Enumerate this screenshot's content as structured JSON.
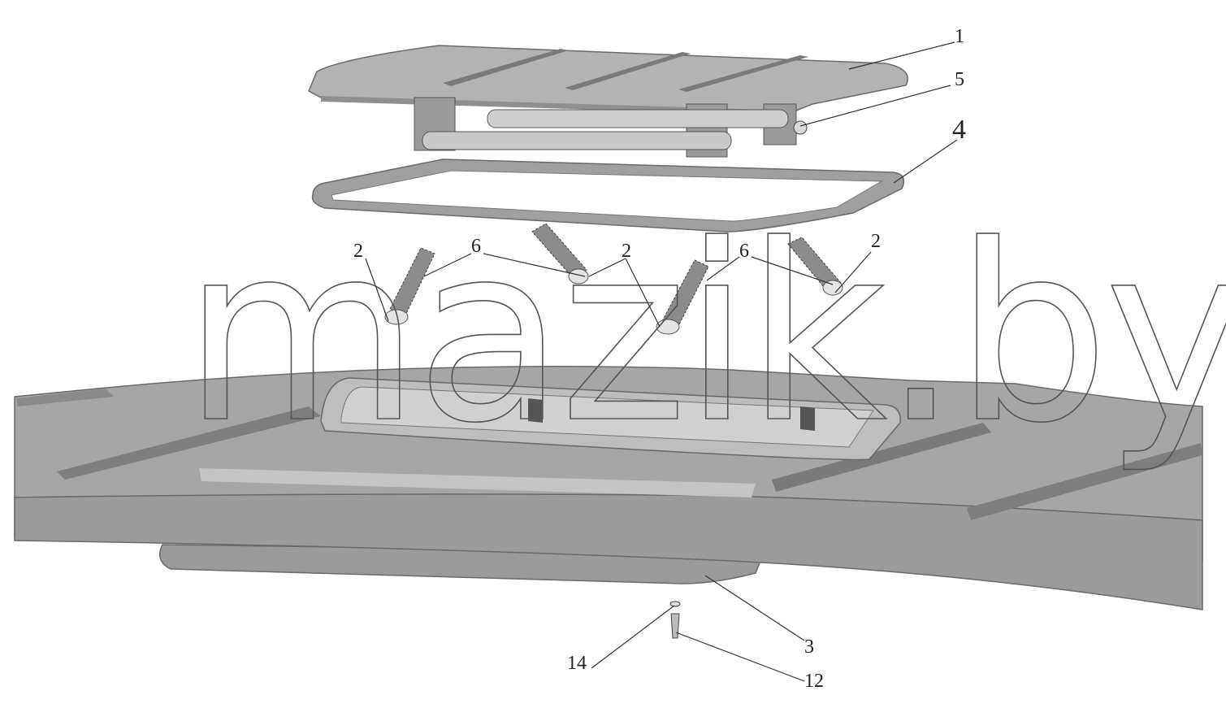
{
  "diagram": {
    "watermark": "mazik.by",
    "callouts": [
      {
        "id": "c1",
        "label": "1"
      },
      {
        "id": "c5",
        "label": "5"
      },
      {
        "id": "c4",
        "label": "4"
      },
      {
        "id": "c2a",
        "label": "2"
      },
      {
        "id": "c6a",
        "label": "6"
      },
      {
        "id": "c2b",
        "label": "2"
      },
      {
        "id": "c6b",
        "label": "6"
      },
      {
        "id": "c2c",
        "label": "2"
      },
      {
        "id": "c3",
        "label": "3"
      },
      {
        "id": "c14",
        "label": "14"
      },
      {
        "id": "c12",
        "label": "12"
      }
    ]
  },
  "colors": {
    "roof": "#a3a3a3",
    "roof_dark": "#8e8e8e",
    "lid": "#b5b5b5",
    "frame": "#9c9c9c",
    "rail": "#7c7c7c"
  }
}
